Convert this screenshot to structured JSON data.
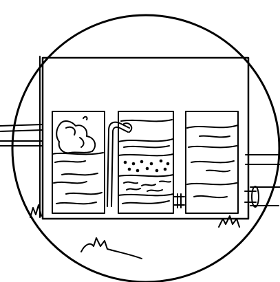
{
  "diagram": {
    "colors": {
      "ink": "#000000",
      "paper": "#ffffff"
    },
    "chambers": [
      {
        "fill": "sludge-water"
      },
      {
        "fill": "gravel-and-sand-filter"
      },
      {
        "fill": "clear-water"
      }
    ]
  }
}
